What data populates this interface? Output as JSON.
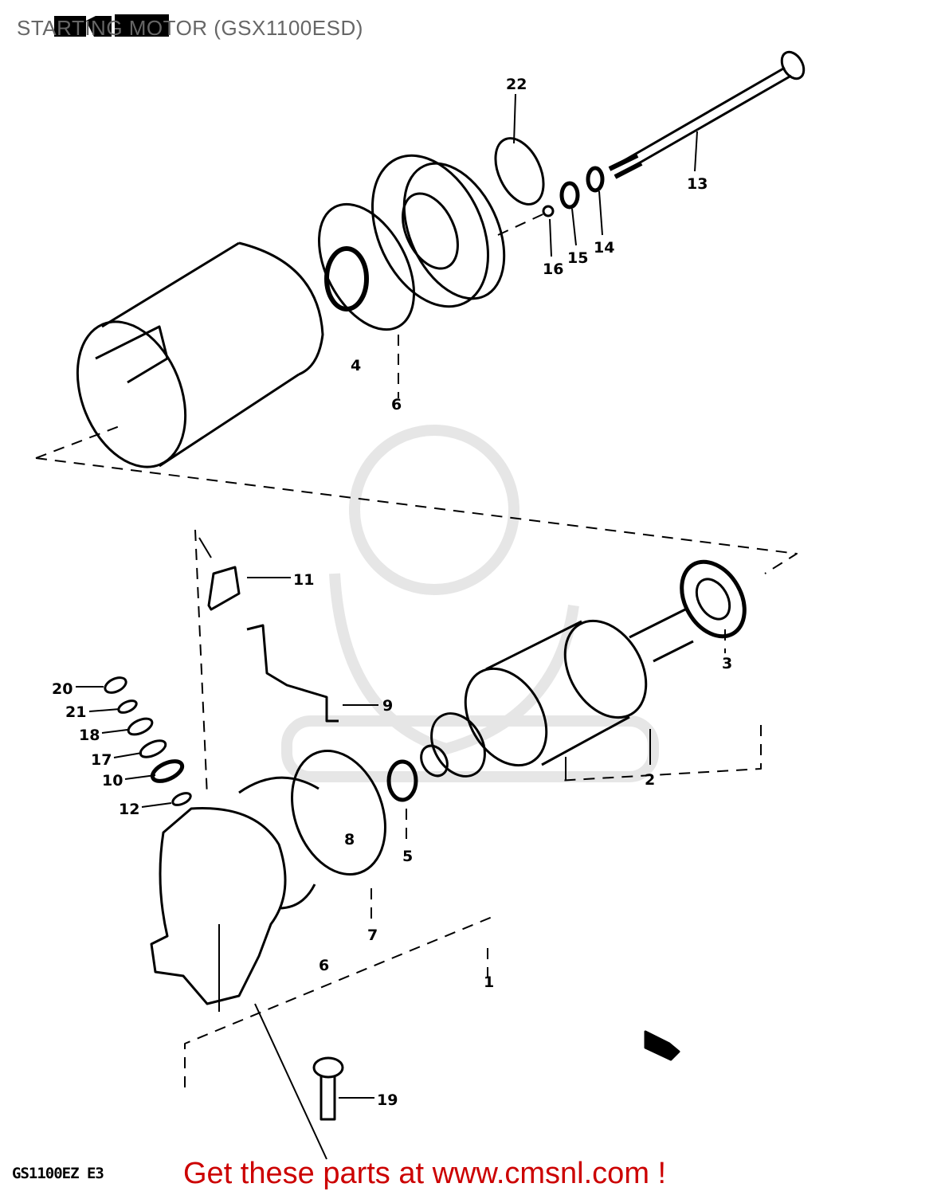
{
  "title": "STARTING MOTOR (GSX1100ESD)",
  "diagram_code": "GS1100EZ E3",
  "promo_text": "Get these parts at www.cmsnl.com !",
  "colors": {
    "title": "#666666",
    "promo": "#cc0000",
    "lines": "#000000",
    "watermark": "#e6e6e6"
  },
  "part_labels": [
    "22",
    "13",
    "16",
    "15",
    "14",
    "4",
    "6",
    "11",
    "3",
    "9",
    "20",
    "21",
    "18",
    "17",
    "10",
    "12",
    "2",
    "8",
    "5",
    "7",
    "6",
    "1",
    "19"
  ]
}
